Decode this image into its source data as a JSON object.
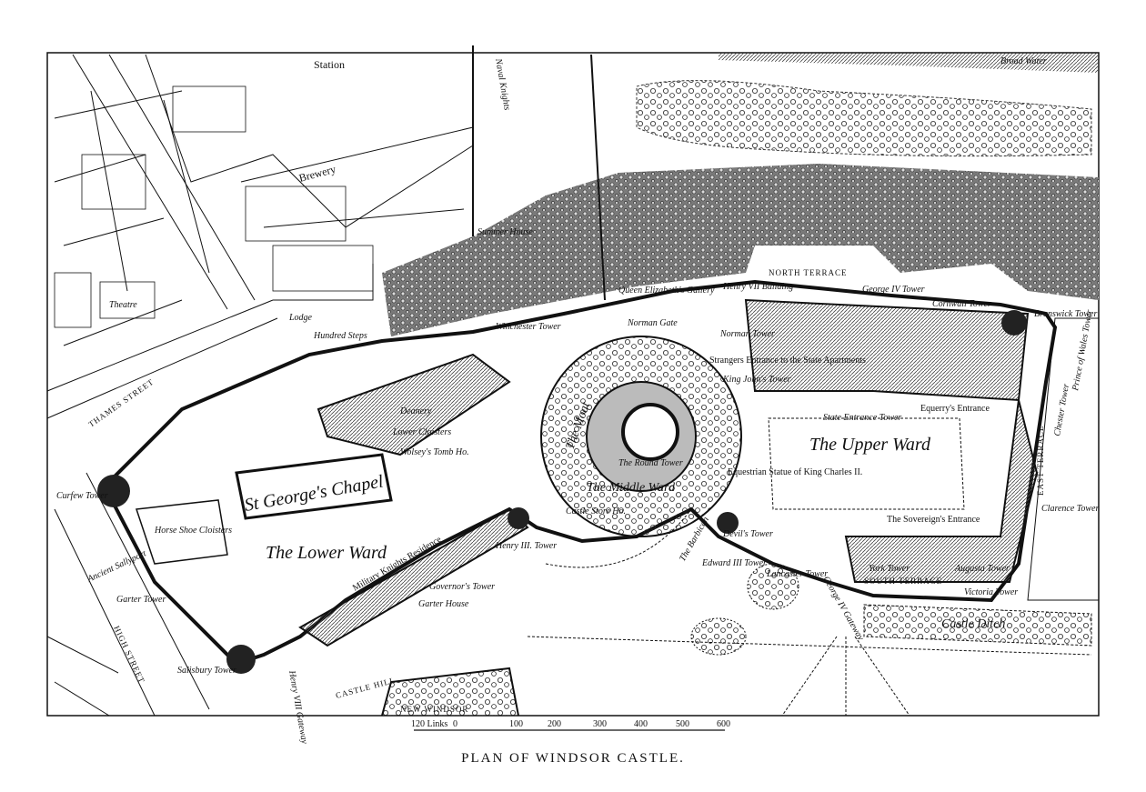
{
  "title": "PLAN OF WINDSOR CASTLE.",
  "scale": {
    "unit_label": "120 Links",
    "ticks": [
      "0",
      "100",
      "200",
      "300",
      "400",
      "500",
      "600"
    ]
  },
  "labels": {
    "station": "Station",
    "naval_knights": "Naval Knights",
    "brewery": "Brewery",
    "theatre": "Theatre",
    "summer_house": "Summer House",
    "broad_water": "Broad Water",
    "lodge": "Lodge",
    "hundred_steps": "Hundred Steps",
    "thames_street": "THAMES STREET",
    "high_street": "HIGH STREET",
    "winchester_tower": "Winchester Tower",
    "queen_elizabeths_gallery": "Queen Elizabeth's Gallery",
    "henry_vii_building": "Henry VII Building",
    "north_terrace": "NORTH TERRACE",
    "george_iv_tower": "George IV Tower",
    "cornwall_tower": "Cornwall Tower",
    "brunswick_tower": "Brunswick Tower",
    "norman_gate": "Norman Gate",
    "norman_tower": "Norman Tower",
    "strangers_entrance": "Strangers Entrance to the State Apartments",
    "king_johns_tower": "King John's Tower",
    "state_entrance_tower": "State Entrance Tower",
    "equerrys_entrance": "Equerry's Entrance",
    "upper_ward": "The Upper Ward",
    "equestrian_statue": "Equestrian Statue of King Charles II.",
    "the_moat": "The Moat",
    "round_tower": "The Round Tower",
    "middle_ward": "The Middle Ward",
    "castle_store_house": "Castle Store Ho.",
    "deanery": "Deanery",
    "lower_cloisters": "Lower Cloisters",
    "wolseys_tomb_house": "Wolsey's Tomb Ho.",
    "st_georges_chapel": "St George's Chapel",
    "curfew_tower": "Curfew Tower",
    "horse_shoe_cloisters": "Horse Shoe Cloisters",
    "ancient_sallyport": "Ancient Sallyport",
    "lower_ward": "The Lower Ward",
    "military_knights_residence": "Military Knights Residence",
    "henry_iii_tower": "Henry III. Tower",
    "governors_tower": "Governor's Tower",
    "garter_house": "Garter House",
    "garter_tower": "Garter Tower",
    "salisbury_tower": "Salisbury Tower",
    "henry_viii_gateway": "Henry VIII Gateway",
    "castle_hill": "CASTLE HILL",
    "new_windsor": "NEW WINDSOR",
    "devils_tower": "Devil's Tower",
    "the_barbican": "The Barbican",
    "edward_iii_tower": "Edward III Tower",
    "lancaster_tower": "Lancaster Tower",
    "george_iv_gateway": "George IV Gateway",
    "york_tower": "York Tower",
    "south_terrace": "SOUTH TERRACE",
    "augusta_tower": "Augusta Tower",
    "victoria_tower": "Victoria Tower",
    "sovereigns_entrance": "The Sovereign's Entrance",
    "castle_ditch": "Castle Ditch",
    "clarence_tower": "Clarence Tower",
    "east_terrace": "EAST TERRACE",
    "chester_tower": "Chester Tower",
    "prince_of_wales_tower": "Prince of Wales Tower"
  },
  "colors": {
    "ink": "#111111",
    "woods": "#8a8a8a",
    "paper": "#ffffff"
  }
}
